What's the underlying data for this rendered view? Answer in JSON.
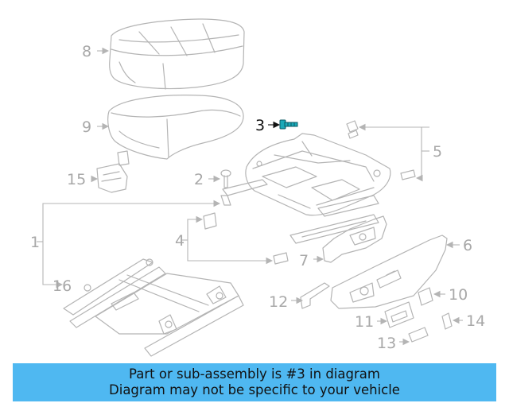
{
  "callouts": {
    "c1": "1",
    "c2": "2",
    "c3": "3",
    "c4": "4",
    "c5": "5",
    "c6": "6",
    "c7": "7",
    "c8": "8",
    "c9": "9",
    "c10": "10",
    "c11": "11",
    "c12": "12",
    "c13": "13",
    "c14": "14",
    "c15": "15",
    "c16": "16"
  },
  "highlighted_callout": "3",
  "colors": {
    "banner": "#4fb8f1",
    "highlight_part": "#1aa9b8",
    "line_art": "#b4b4b4"
  },
  "banner": {
    "line1": "Part or sub-assembly is #3 in diagram",
    "line2": "Diagram may not be specific to your vehicle"
  }
}
